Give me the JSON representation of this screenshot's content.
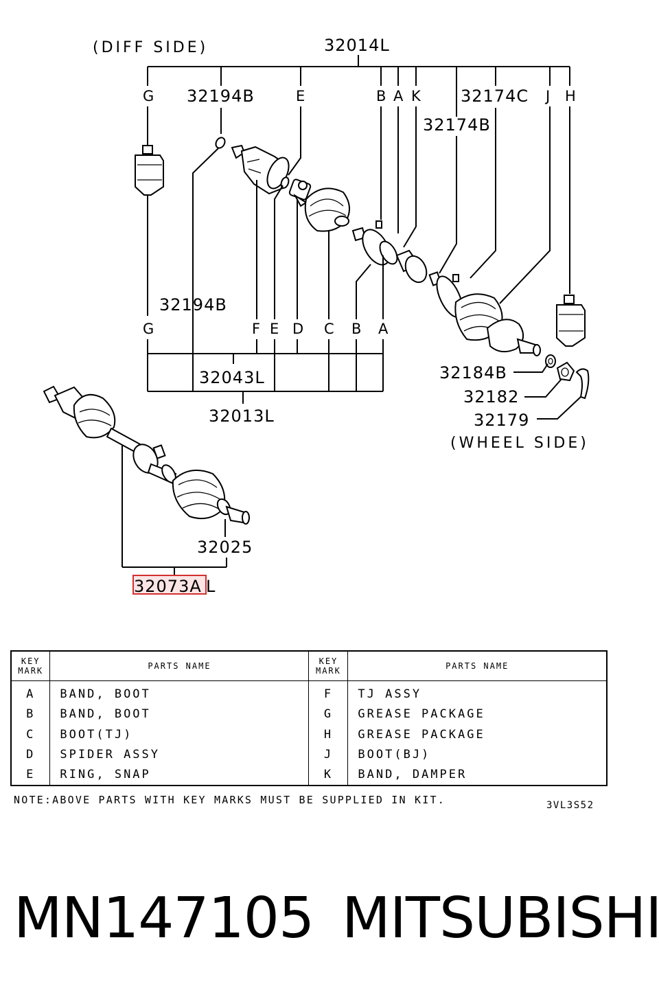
{
  "diagram": {
    "diff_side": "(DIFF SIDE)",
    "wheel_side": "(WHEEL SIDE)",
    "labels": {
      "p32014L": "32014L",
      "p32194B_top": "32194B",
      "p32174C": "32174C",
      "p32174B": "32174B",
      "p32194B_mid": "32194B",
      "p32043L": "32043L",
      "p32013L": "32013L",
      "p32184B": "32184B",
      "p32182": "32182",
      "p32179": "32179",
      "p32025": "32025",
      "p32073A": "32073A",
      "p32073A_suffix": "L"
    },
    "top_letters": [
      "G",
      "E",
      "B",
      "A",
      "K",
      "J",
      "H"
    ],
    "bottom_letters": [
      "G",
      "F",
      "E",
      "D",
      "C",
      "B",
      "A"
    ],
    "highlight_color": "#d32f2f"
  },
  "table": {
    "headers": {
      "key_mark_1": "KEY",
      "key_mark_2": "MARK",
      "parts_name": "PARTS NAME"
    },
    "left_rows": [
      {
        "key": "A",
        "name": "BAND, BOOT"
      },
      {
        "key": "B",
        "name": "BAND, BOOT"
      },
      {
        "key": "C",
        "name": "BOOT(TJ)"
      },
      {
        "key": "D",
        "name": "SPIDER ASSY"
      },
      {
        "key": "E",
        "name": "RING, SNAP"
      }
    ],
    "right_rows": [
      {
        "key": "F",
        "name": "TJ ASSY"
      },
      {
        "key": "G",
        "name": "GREASE PACKAGE"
      },
      {
        "key": "H",
        "name": "GREASE PACKAGE"
      },
      {
        "key": "J",
        "name": "BOOT(BJ)"
      },
      {
        "key": "K",
        "name": "BAND, DAMPER"
      }
    ]
  },
  "note": "NOTE:ABOVE PARTS WITH KEY MARKS MUST BE SUPPLIED IN KIT.",
  "ref_code": "3VL3S52",
  "footer": {
    "part_number": "MN147105",
    "brand": "MITSUBISHI"
  }
}
